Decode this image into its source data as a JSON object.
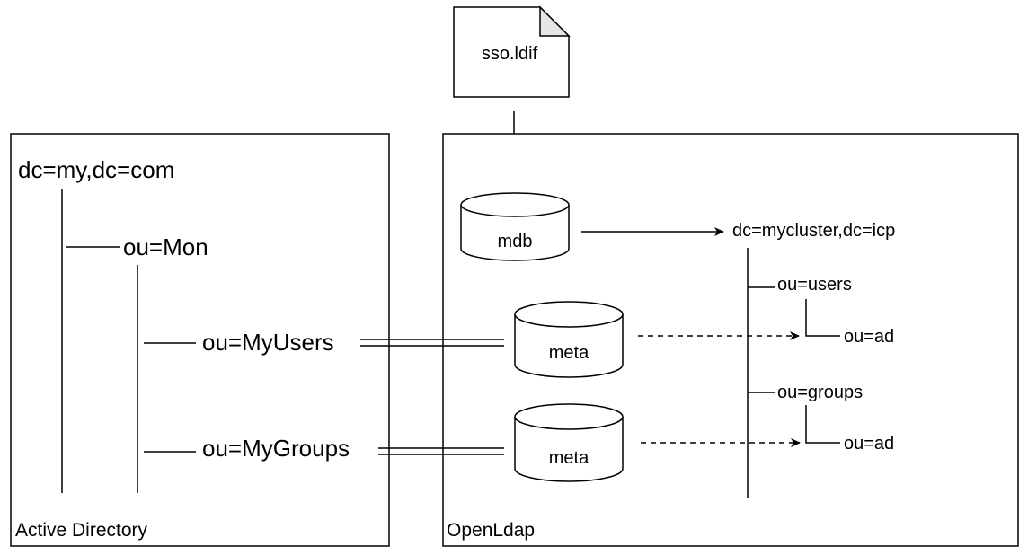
{
  "file": {
    "label": "sso.ldif"
  },
  "active_directory": {
    "caption": "Active Directory",
    "root": "dc=my,dc=com",
    "ou_mon": "ou=Mon",
    "ou_users": "ou=MyUsers",
    "ou_groups": "ou=MyGroups"
  },
  "openldap": {
    "caption": "OpenLdap",
    "mdb": "mdb",
    "meta_users": "meta",
    "meta_groups": "meta",
    "root": "dc=mycluster,dc=icp",
    "ou_users": "ou=users",
    "ou_users_ad": "ou=ad",
    "ou_groups": "ou=groups",
    "ou_groups_ad": "ou=ad"
  }
}
